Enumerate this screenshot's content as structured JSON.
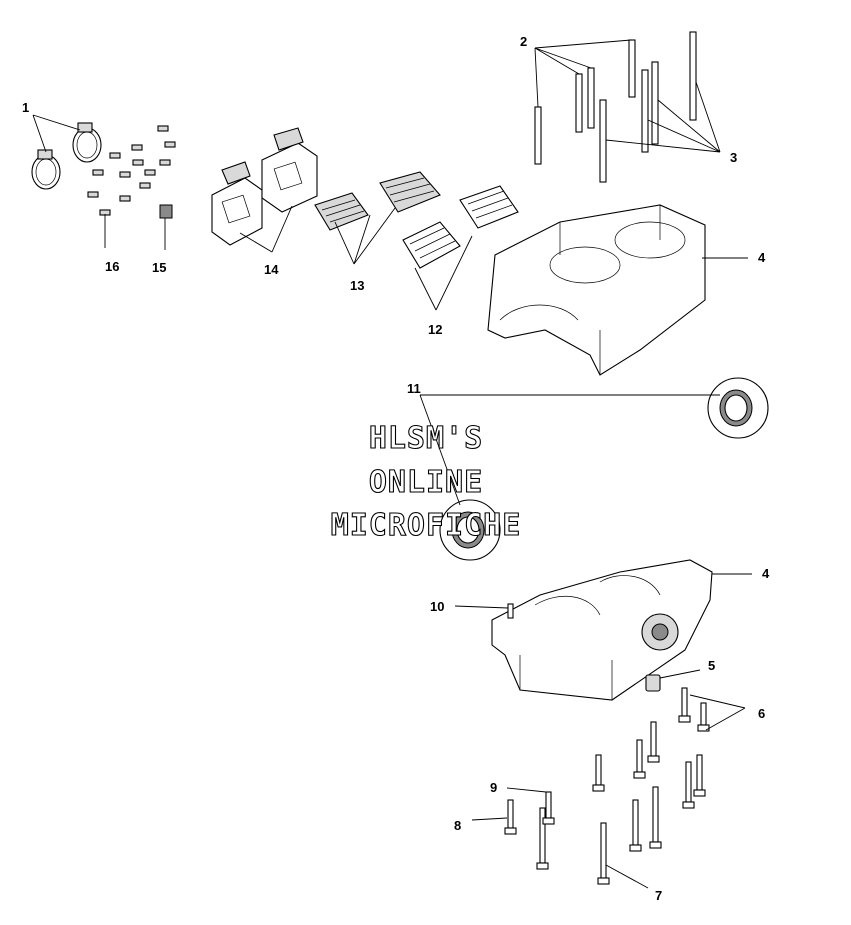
{
  "callouts": {
    "c1": "1",
    "c2": "2",
    "c3": "3",
    "c4a": "4",
    "c4b": "4",
    "c5": "5",
    "c6": "6",
    "c7": "7",
    "c8": "8",
    "c9": "9",
    "c10": "10",
    "c11": "11",
    "c12": "12",
    "c13": "13",
    "c14": "14",
    "c15": "15",
    "c16": "16"
  },
  "watermark": {
    "line1": "HLSM'S",
    "line2": "ONLINE",
    "line3": "MICROFICHE"
  }
}
